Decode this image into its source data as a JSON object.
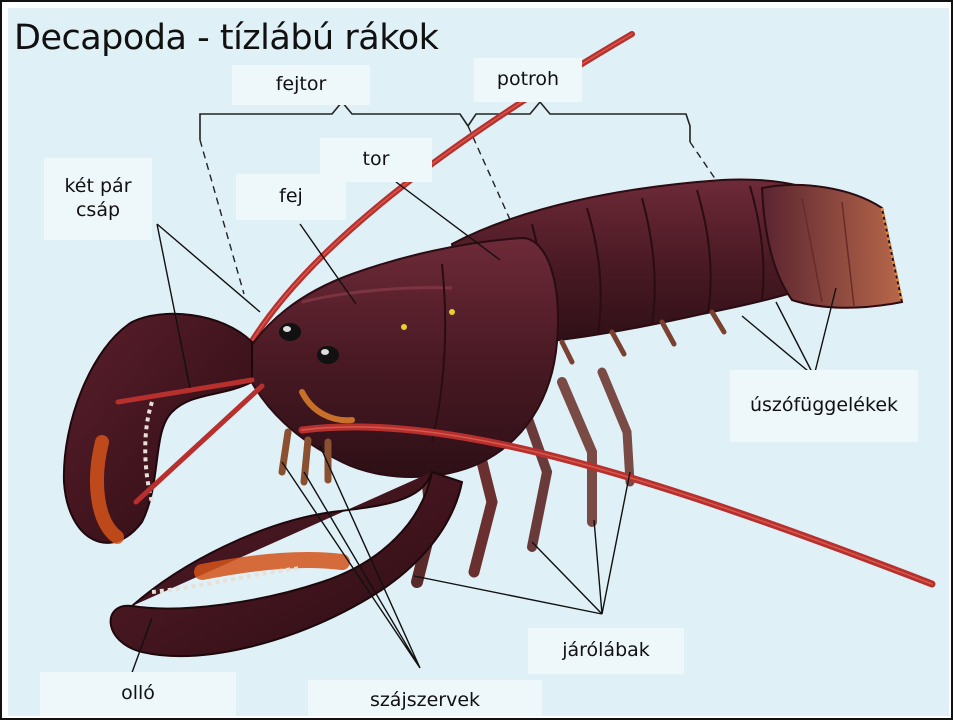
{
  "title": "Decapoda - tízlábú rákok",
  "labels": {
    "fejtor": "fejtor",
    "potroh": "potroh",
    "tor": "tor",
    "fej": "fej",
    "csap_line1": "két pár",
    "csap_line2": "csáp",
    "uszo": "úszófüggelékek",
    "jaro": "járólábak",
    "ollo": "olló",
    "szaj": "szájszervek"
  },
  "colors": {
    "background": "#dff0f6",
    "label_box": "#eef7fa",
    "body": "#4a1a24",
    "body_highlight": "#6e2a38",
    "claw_orange": "#d4521a",
    "antenna": "#b8302e",
    "tail_fan": "#9a4a3a"
  }
}
